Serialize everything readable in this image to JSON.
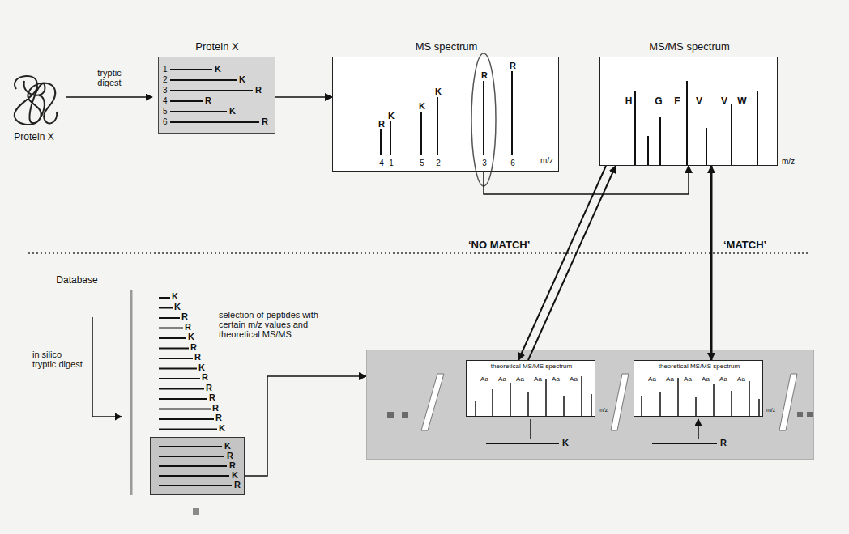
{
  "diagram": {
    "nodes": [
      {
        "text": [
          "Protein X",
          "1",
          "K",
          "2",
          "K",
          "3",
          "R",
          "4",
          "R",
          "5",
          "K",
          "6",
          "R"
        ]
      },
      {
        "text": [
          "MS spectrum",
          "R",
          "K",
          "K",
          "K",
          "R",
          "R",
          "4",
          "1",
          "5",
          "2",
          "3",
          "6",
          "m/z"
        ]
      },
      {
        "text": [
          "MS/MS spectrum",
          "H",
          "G",
          "F",
          "V",
          "V",
          "W",
          "m/z"
        ]
      },
      {
        "text": [
          "K",
          "R",
          "R",
          "K",
          "R"
        ]
      },
      {
        "text": [
          "K",
          "R"
        ]
      },
      {
        "text": [
          "theoretical MS/MS spectrum",
          "Aa",
          "Aa",
          "Aa",
          "Aa",
          "Aa",
          "Aa",
          "m/z"
        ],
        "in": 4
      },
      {
        "text": [
          "theoretical MS/MS spectrum",
          "Aa",
          "Aa",
          "Aa",
          "Aa",
          "Aa",
          "Aa",
          "m/z"
        ],
        "in": 4
      }
    ],
    "edges": [
      {
        "from": 0,
        "to": 1,
        "arrow": "to"
      },
      {
        "from": 1,
        "to": 2,
        "arrow": "to"
      },
      {
        "from": 5,
        "to": 2,
        "arrow": "to",
        "label": "‘NO MATCH’"
      },
      {
        "from": 2,
        "to": 5,
        "arrow": "to"
      },
      {
        "from": 6,
        "to": 2,
        "arrow": "both",
        "label": "‘MATCH’"
      },
      {
        "from": 3,
        "to": 4,
        "arrow": "to",
        "label": "selection of peptides with certain m/z values and theoretical MS/MS"
      }
    ],
    "labels": [
      "Protein X",
      "tryptic digest",
      "Database",
      "in silico tryptic digest",
      "K",
      "K",
      "R",
      "R",
      "K",
      "R",
      "R",
      "K",
      "R",
      "R",
      "R",
      "R",
      "R",
      "K"
    ]
  }
}
